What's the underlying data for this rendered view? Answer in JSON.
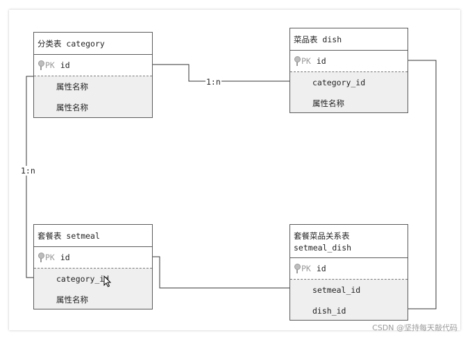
{
  "entities": {
    "category": {
      "title": "分类表 category",
      "pk_label": "PK",
      "pk_field": "id",
      "attributes": [
        "属性名称",
        "属性名称"
      ]
    },
    "dish": {
      "title": "菜品表 dish",
      "pk_label": "PK",
      "pk_field": "id",
      "attributes": [
        "category_id",
        "属性名称"
      ]
    },
    "setmeal": {
      "title": "套餐表 setmeal",
      "pk_label": "PK",
      "pk_field": "id",
      "attributes": [
        "category_id",
        "属性名称"
      ]
    },
    "setmeal_dish": {
      "title_line1": "套餐菜品关系表",
      "title_line2": "setmeal_dish",
      "pk_label": "PK",
      "pk_field": "id",
      "attributes": [
        "setmeal_id",
        "dish_id"
      ]
    }
  },
  "relationships": {
    "category_dish": "1:n",
    "category_setmeal": "1:n"
  },
  "watermark": "CSDN @坚持每天敲代码"
}
